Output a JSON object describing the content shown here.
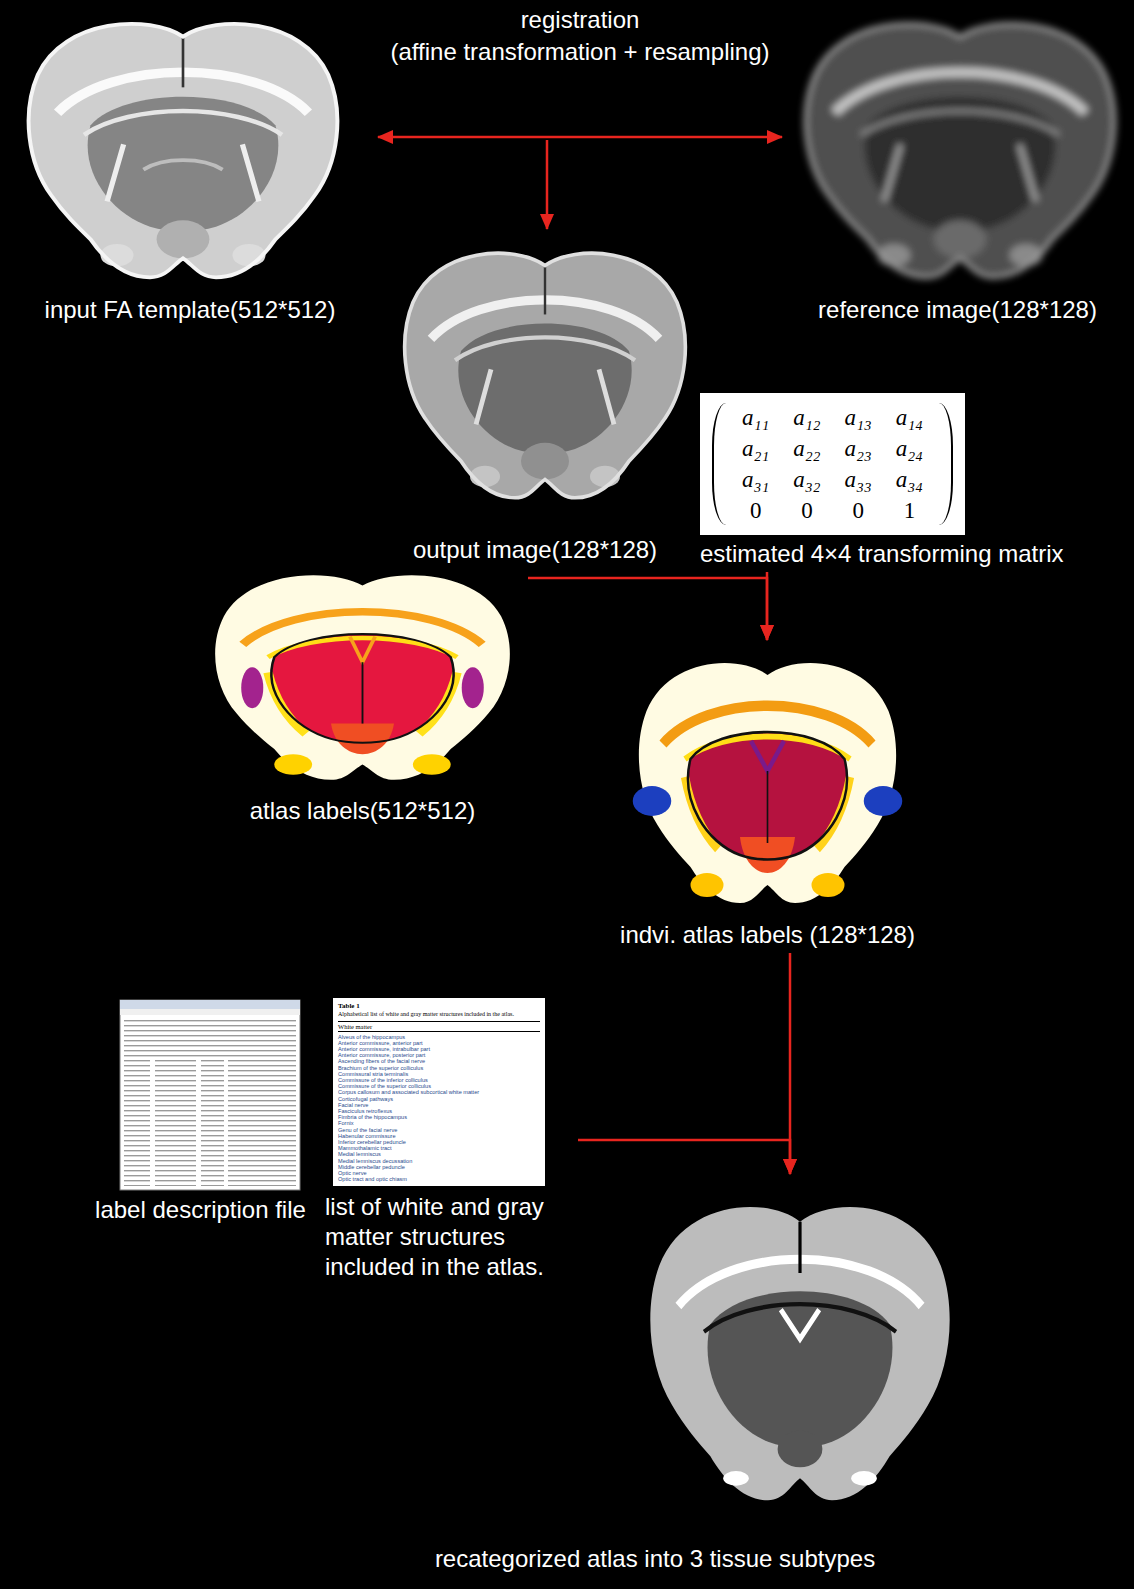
{
  "diagram": {
    "nodes": [
      {
        "text": [
          "input FA template(512*512)"
        ]
      },
      {
        "text": [
          "reference image(128*128)"
        ]
      },
      {
        "text": [
          "output image(128*128)"
        ]
      },
      {
        "text": [
          "a₁₁",
          "a₁₂",
          "a₁₃",
          "a₁₄",
          "a₂₁",
          "a₂₂",
          "a₂₃",
          "a₂₄",
          "a₃₁",
          "a₃₂",
          "a₃₃",
          "a₃₄",
          "0",
          "0",
          "0",
          "1",
          "estimated 4×4 transforming matrix"
        ]
      },
      {
        "text": [
          "atlas labels(512*512)"
        ]
      },
      {
        "text": [
          "indvi. atlas labels (128*128)"
        ]
      },
      {
        "text": [
          "label description file"
        ]
      },
      {
        "text": [
          "Table 1",
          "Alphabetical list of white and gray matter structures included in the atlas.",
          "White matter",
          "Alveus of the hippocampus",
          "Anterior commissure, anterior part",
          "Anterior commissure, intrabulbar part",
          "Anterior commissure, posterior part",
          "Ascending fibers of the facial nerve",
          "Brachium of the superior colliculus",
          "Commissural stria terminalis",
          "Commissure of the inferior colliculus",
          "Commissure of the superior colliculus",
          "Corpus callosum and associated subcortical white matter",
          "Corticofugal pathways",
          "Facial nerve",
          "Fasciculus retroflexus",
          "Fimbria of the hippocampus",
          "Fornix",
          "Genu of the facial nerve",
          "Habenular commissure",
          "Inferior cerebellar peduncle",
          "Mammothalamic tract",
          "Medial lemniscus",
          "Medial lemniscus decussation",
          "Middle cerebellar peduncle",
          "Optic nerve",
          "Optic tract and optic chiasm",
          "list of white and gray matter structures included in the atlas."
        ]
      },
      {
        "text": [
          "recategorized atlas into 3 tissue subtypes"
        ]
      }
    ],
    "edges": [
      {
        "from": 0,
        "to": 1,
        "arrow": "both",
        "label": "registration (affine transformation + resampling)"
      },
      {
        "from": 3,
        "to": 5,
        "arrow": "to"
      },
      {
        "from": 4,
        "to": 5,
        "arrow": "to"
      },
      {
        "from": 5,
        "to": 8,
        "arrow": "to"
      },
      {
        "from": 7,
        "to": 8,
        "arrow": "to"
      }
    ]
  }
}
